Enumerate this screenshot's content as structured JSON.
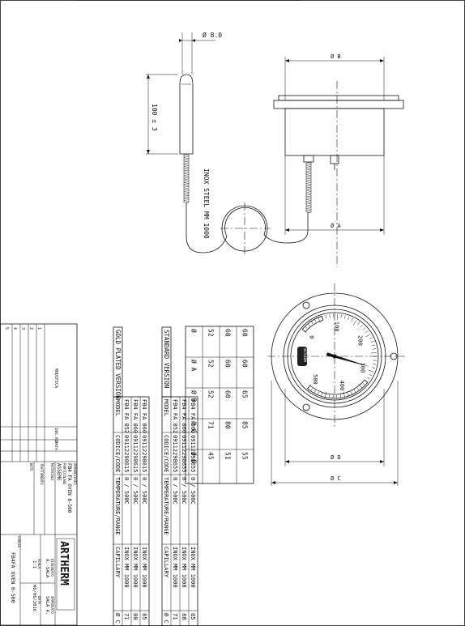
{
  "dimensions": {
    "probe_diameter": "Ø 8.0",
    "probe_length": "100 ± 3",
    "capillary_note": "INOX STEEL MM 1000",
    "dia_b": "Ø B",
    "dia_a": "Ø A",
    "dia_d": "Ø D",
    "dia_c": "Ø C"
  },
  "gauge": {
    "scale_labels": [
      "0",
      "100",
      "200",
      "300",
      "400",
      "500"
    ],
    "brand": "ARTHERM",
    "needle_color": "#111111",
    "red_zone_color": "#e01818"
  },
  "dim_table": {
    "headers": [
      "Ø",
      "Ø A",
      "Ø B",
      "Ø C",
      "Ø D"
    ],
    "rows": [
      [
        "52",
        "52",
        "52",
        "71",
        "45"
      ],
      [
        "60",
        "60",
        "60",
        "80",
        "51"
      ],
      [
        "60",
        "60",
        "65",
        "85",
        "55"
      ]
    ]
  },
  "standard_version": {
    "title": "STANDARD VERSION",
    "headers": [
      "MODEL",
      "CODICE/CODE",
      "TEMPERATURE/RANGE",
      "CAPILLARY",
      "Ø C"
    ],
    "rows": [
      [
        "FB4 FA 052",
        "09112298655",
        "0 / 500C",
        "INOX MM 1000",
        "71"
      ],
      [
        "FB4 FA 060",
        "09112298655",
        "0 / 500C",
        "INOX MM 1000",
        "80"
      ],
      [
        "FB4 FA 060",
        "09112298655",
        "0 / 500C",
        "INOX MM 1000",
        "85"
      ]
    ]
  },
  "gold_version": {
    "title": "GOLD PLATED VERSION",
    "headers": [
      "MODEL",
      "CODICE/CODE",
      "TEMPERATURE/RANGE",
      "CAPILLARY",
      "Ø C"
    ],
    "rows": [
      [
        "FB4 FA 052",
        "09112298615",
        "0 / 500C",
        "INOX MM 1000",
        "71"
      ],
      [
        "FB4 FA 060",
        "09112298615",
        "0 / 500C",
        "INOX MM 1000",
        "80"
      ],
      [
        "FB4 FA 060",
        "09112298615",
        "0 / 500C",
        "INOX MM 1000",
        "85"
      ]
    ]
  },
  "title_block": {
    "revisions": [
      "1",
      "2",
      "3",
      "4",
      "5"
    ],
    "modifica": "MODIFICA",
    "doc_rif": "DOC.RIF",
    "data": "DATA",
    "apparecchio_label": "APPARECCHIO",
    "apparecchio_value": "FB4 FA OVEN 0-500",
    "particolare_label": "PARTICOLARE",
    "particolare_value": "ASSEME",
    "materiale": "MATERIALE",
    "trattamento": "TRATTAMENTO",
    "note": "NOTE",
    "disegnato_label": "DISEGNATO",
    "disegnato_value": "A. SALA",
    "approvato_label": "APPROVATO",
    "approvato_value": "SALA A.",
    "scala_label": "SCALA",
    "scala_value": "1:1",
    "data_label": "DATA",
    "data_value": "06/06/2016",
    "codice_label": "CODICE",
    "codice_value": "FB4FA OVEN 0-500",
    "logo": "ARTHERM"
  }
}
